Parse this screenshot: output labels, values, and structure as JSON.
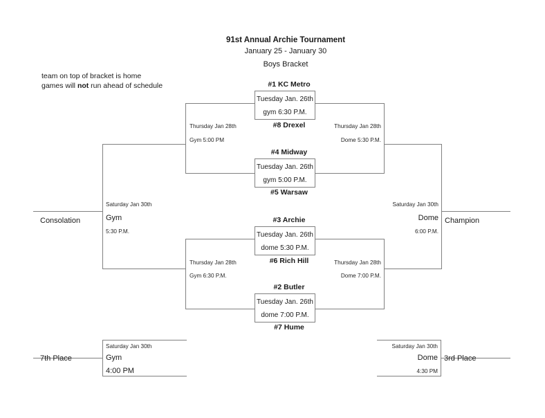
{
  "header": {
    "title": "91st Annual Archie Tournament",
    "dates": "January 25 - January 30",
    "bracket_name": "Boys Bracket"
  },
  "notes": {
    "line1": "team on top of bracket is home",
    "line2_prefix": "games will ",
    "line2_emphasis": "not",
    "line2_suffix": " run ahead of schedule"
  },
  "round1": [
    {
      "top_team": "#1 KC Metro",
      "bottom_team": "#8 Drexel",
      "date": "Tuesday Jan. 26th",
      "venue_time": "gym 6:30 P.M."
    },
    {
      "top_team": "#4 Midway",
      "bottom_team": "#5 Warsaw",
      "date": "Tuesday Jan. 26th",
      "venue_time": "gym 5:00 P.M."
    },
    {
      "top_team": "#3 Archie",
      "bottom_team": "#6 Rich Hill",
      "date": "Tuesday Jan. 26th",
      "venue_time": "dome 5:30 P.M."
    },
    {
      "top_team": "#2 Butler",
      "bottom_team": "#7 Hume",
      "date": "Tuesday Jan. 26th",
      "venue_time": "dome 7:00 P.M."
    }
  ],
  "semifinals": [
    {
      "position": "upper-left",
      "date": "Thursday Jan 28th",
      "venue_time": "Gym 5:00 PM"
    },
    {
      "position": "upper-right",
      "date": "Thursday Jan 28th",
      "venue_time": "Dome 5:30 P.M."
    },
    {
      "position": "lower-left",
      "date": "Thursday Jan 28th",
      "venue_time": "Gym 6:30 P.M."
    },
    {
      "position": "lower-right",
      "date": "Thursday Jan 28th",
      "venue_time": "Dome 7:00 P.M."
    }
  ],
  "consolation": {
    "label": "Consolation",
    "date": "Saturday Jan 30th",
    "venue": "Gym",
    "time": "5:30 P.M."
  },
  "championship": {
    "label": "Champion",
    "date": "Saturday Jan 30th",
    "venue": "Dome",
    "time": "6:00 P.M."
  },
  "seventh_place": {
    "label": "7th Place",
    "date": "Saturday Jan 30th",
    "venue": "Gym",
    "time": "4:00 PM"
  },
  "third_place": {
    "label": "3rd Place",
    "date": "Saturday Jan 30th",
    "venue": "Dome",
    "time": "4:30 PM"
  },
  "colors": {
    "line": "#808080",
    "text": "#1a1a1a",
    "background": "#ffffff"
  }
}
